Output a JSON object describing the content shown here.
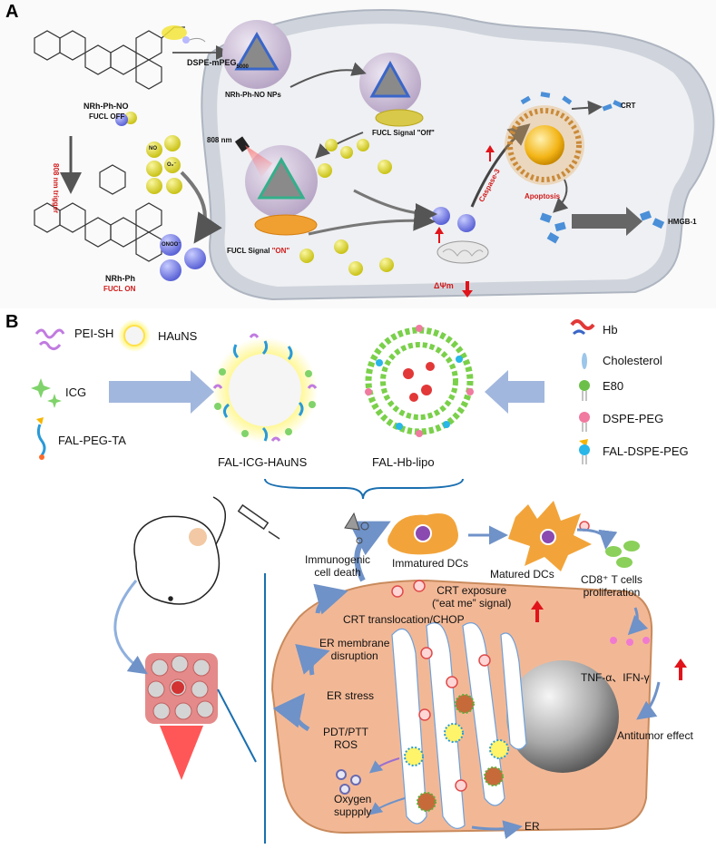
{
  "panel_a": {
    "letter": "A",
    "molecule_top": "NRh-Ph-NO",
    "fucl_off": "FUCL OFF",
    "reagent": "DSPE-mPEG",
    "reagent_sub": "5000",
    "nps_label": "NRh-Ph-NO NPs",
    "signal_off": "FUCL Signal \"Off\"",
    "laser": "808 nm",
    "trigger": "808 nm trigger",
    "molecule_bottom": "NRh-Ph",
    "fucl_on": "FUCL ON",
    "signal_on_prefix": "FUCL Signal ",
    "signal_on_word": "\"ON\"",
    "caspase": "Caspase-3",
    "apoptosis": "Apoptosis",
    "crt": "CRT",
    "hmgb": "HMGB-1",
    "delta_psi": "ΔΨm",
    "species": {
      "no": "NO",
      "o2": "O₂⁻",
      "onoo": "ONOO⁻"
    }
  },
  "panel_b": {
    "letter": "B",
    "legend_left": [
      "PEI-SH",
      "HAuNS",
      "ICG",
      "FAL-PEG-TA"
    ],
    "legend_right": [
      "Hb",
      "Cholesterol",
      "E80",
      "DSPE-PEG",
      "FAL-DSPE-PEG"
    ],
    "np1": "FAL-ICG-HAuNS",
    "np2": "FAL-Hb-lipo",
    "immunogenic": [
      "Immunogenic",
      "cell death"
    ],
    "immatured": "Immatured DCs",
    "matured": "Matured DCs",
    "crt_exposure": [
      "CRT exposure",
      "(“eat me” signal)"
    ],
    "cd8": [
      "CD8⁺ T cells",
      "proliferation"
    ],
    "translocation": "CRT translocation/CHOP",
    "er_membrane": [
      "ER membrane",
      "disruption"
    ],
    "tnf": "TNF-α、IFN-γ",
    "er_stress": "ER stress",
    "antitumor": "Antitumor effect",
    "pdt": [
      "PDT/PTT",
      "ROS"
    ],
    "oxygen": [
      "Oxygen",
      "suppply"
    ],
    "er": "ER"
  },
  "colors": {
    "cell_membrane": "#cfd4dc",
    "cytoplasm": "#f1f2f4",
    "tumor_cell": "#f2b896",
    "arrow_blue": "#7f9fcf",
    "dc_orange": "#f2a43a",
    "red_up": "#e0141a"
  }
}
